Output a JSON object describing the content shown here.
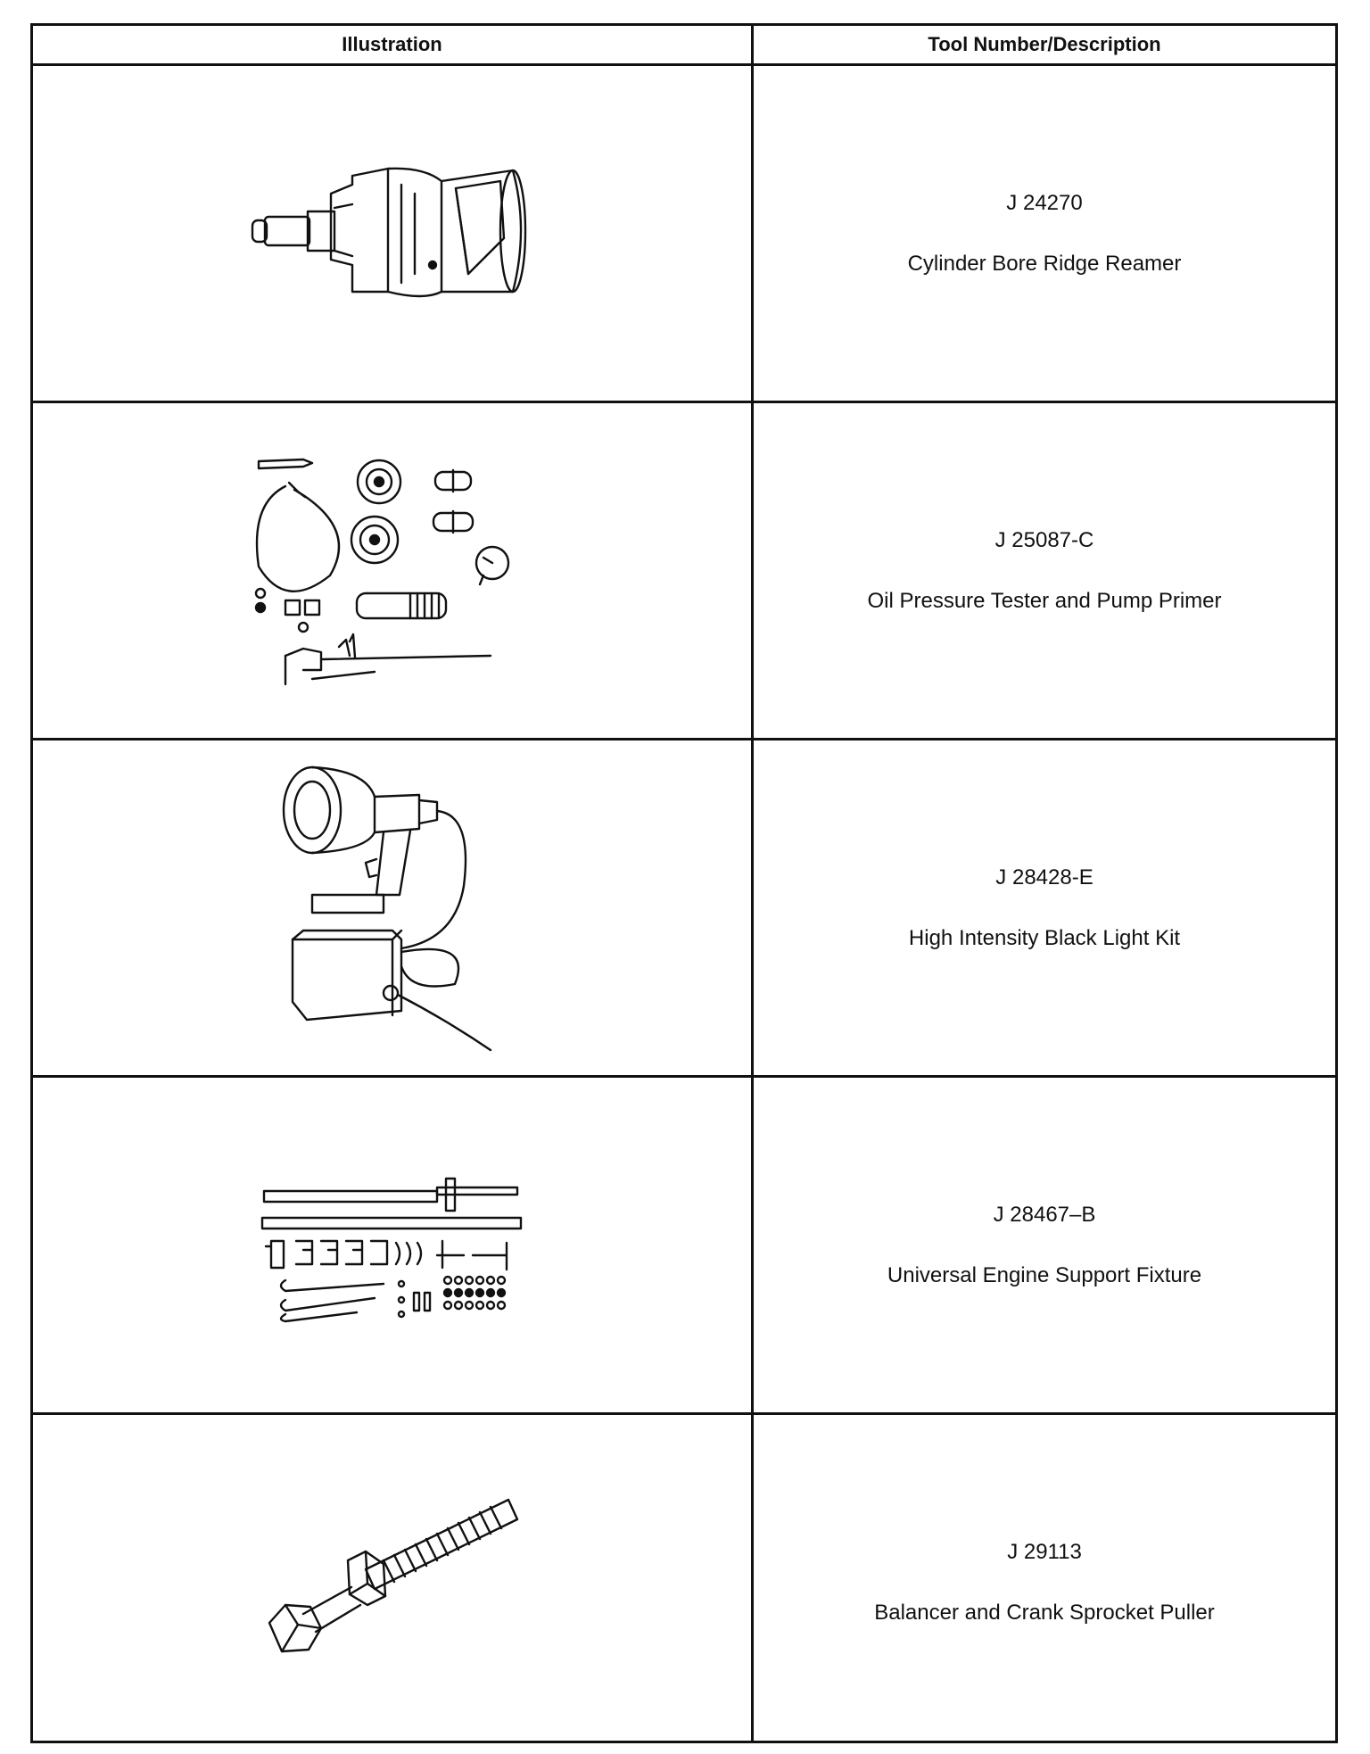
{
  "table": {
    "headers": {
      "illustration": "Illustration",
      "tool": "Tool Number/Description"
    },
    "rows": [
      {
        "tool_number": "J 24270",
        "description": "Cylinder Bore Ridge Reamer",
        "illustration_icon": "ridge-reamer-icon"
      },
      {
        "tool_number": "J 25087-C",
        "description": "Oil Pressure Tester and Pump Primer",
        "illustration_icon": "oil-pressure-tester-icon"
      },
      {
        "tool_number": "J 28428-E",
        "description": "High Intensity Black Light Kit",
        "illustration_icon": "black-light-kit-icon"
      },
      {
        "tool_number": "J 28467–B",
        "description": "Universal Engine Support Fixture",
        "illustration_icon": "engine-support-fixture-icon"
      },
      {
        "tool_number": "J 29113",
        "description": "Balancer and Crank Sprocket Puller",
        "illustration_icon": "sprocket-puller-icon"
      }
    ]
  }
}
